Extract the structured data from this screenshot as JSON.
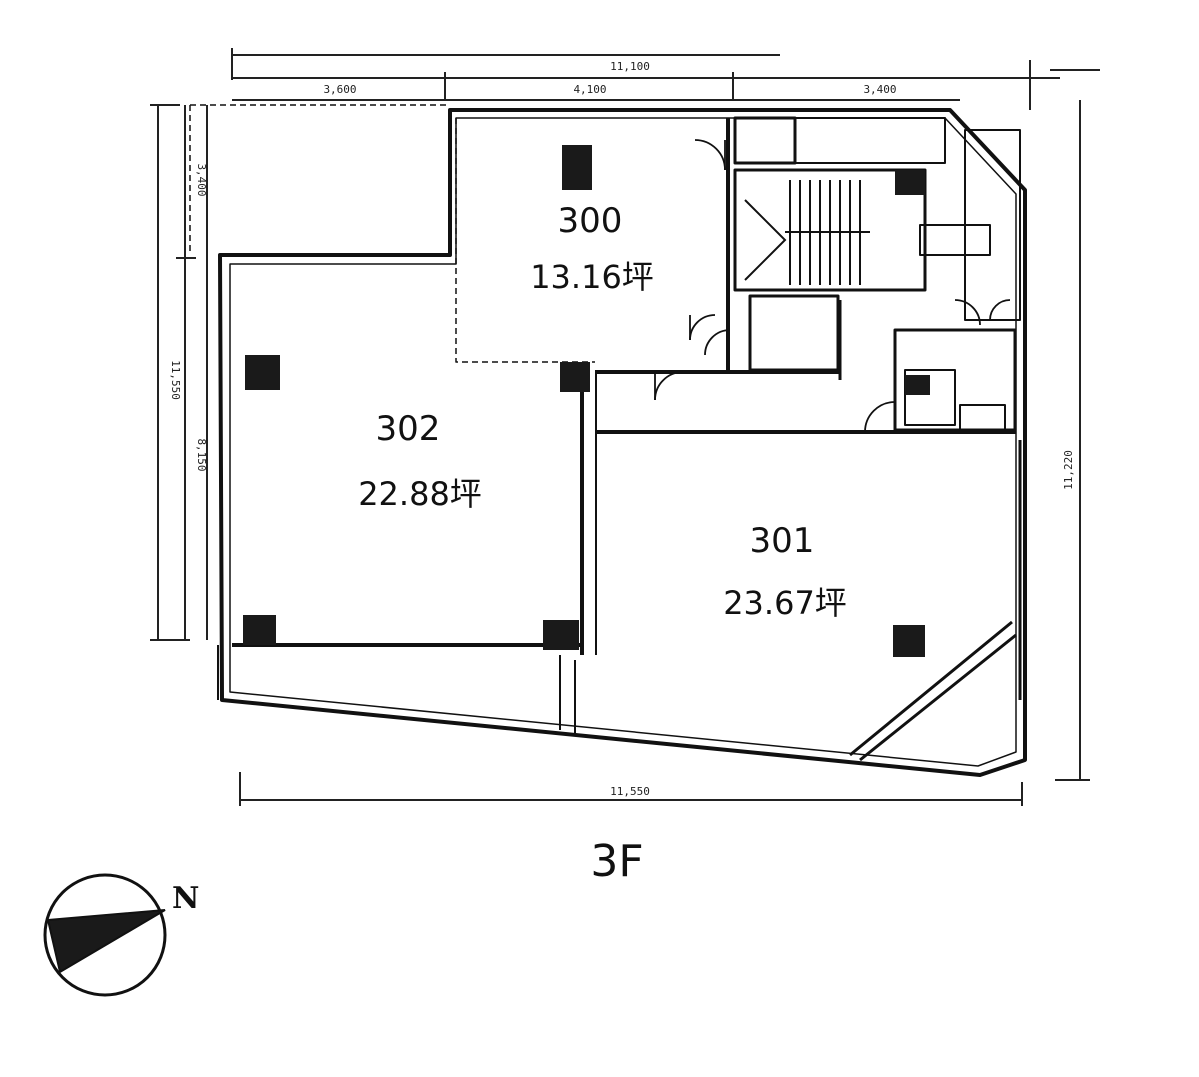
{
  "floor_label": "3F",
  "north_label": "N",
  "units": [
    {
      "id": "300",
      "area": "13.16坪"
    },
    {
      "id": "302",
      "area": "22.88坪"
    },
    {
      "id": "301",
      "area": "23.67坪"
    }
  ],
  "dimensions": {
    "top_total": "11,100",
    "top_left": "3,600",
    "top_middle": "4,100",
    "top_right": "3,400",
    "left_total": "11,550",
    "left_upper": "3,400",
    "left_lower": "8,150",
    "right_total": "11,220",
    "bottom_total": "11,550"
  },
  "colors": {
    "line": "#111111",
    "fill_dark": "#1a1a1a",
    "background": "#ffffff"
  }
}
